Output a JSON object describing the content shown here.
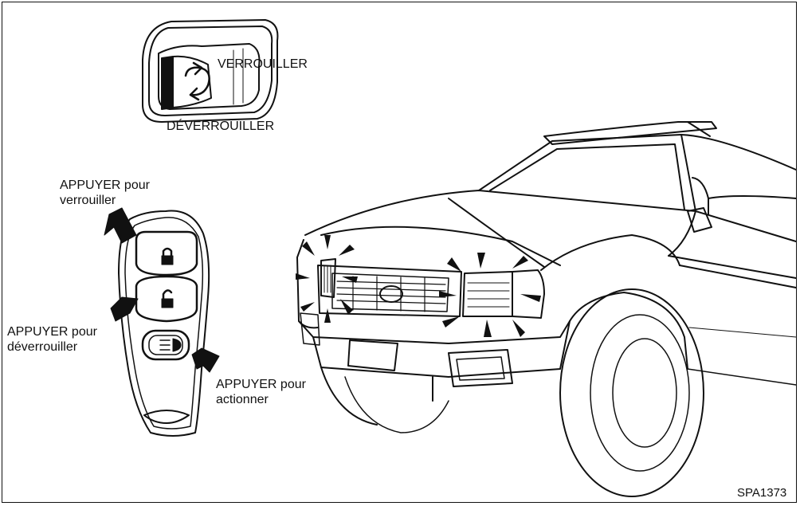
{
  "door_lock": {
    "lock_label": "VERROUILLER",
    "unlock_label": "DÉVERROUILLER"
  },
  "remote": {
    "lock_instruction": [
      "APPUYER pour",
      "verrouiller"
    ],
    "unlock_instruction": [
      "APPUYER pour",
      "déverrouiller"
    ],
    "panic_instruction": [
      "APPUYER pour",
      "actionner"
    ]
  },
  "figure_code": "SPA1373"
}
